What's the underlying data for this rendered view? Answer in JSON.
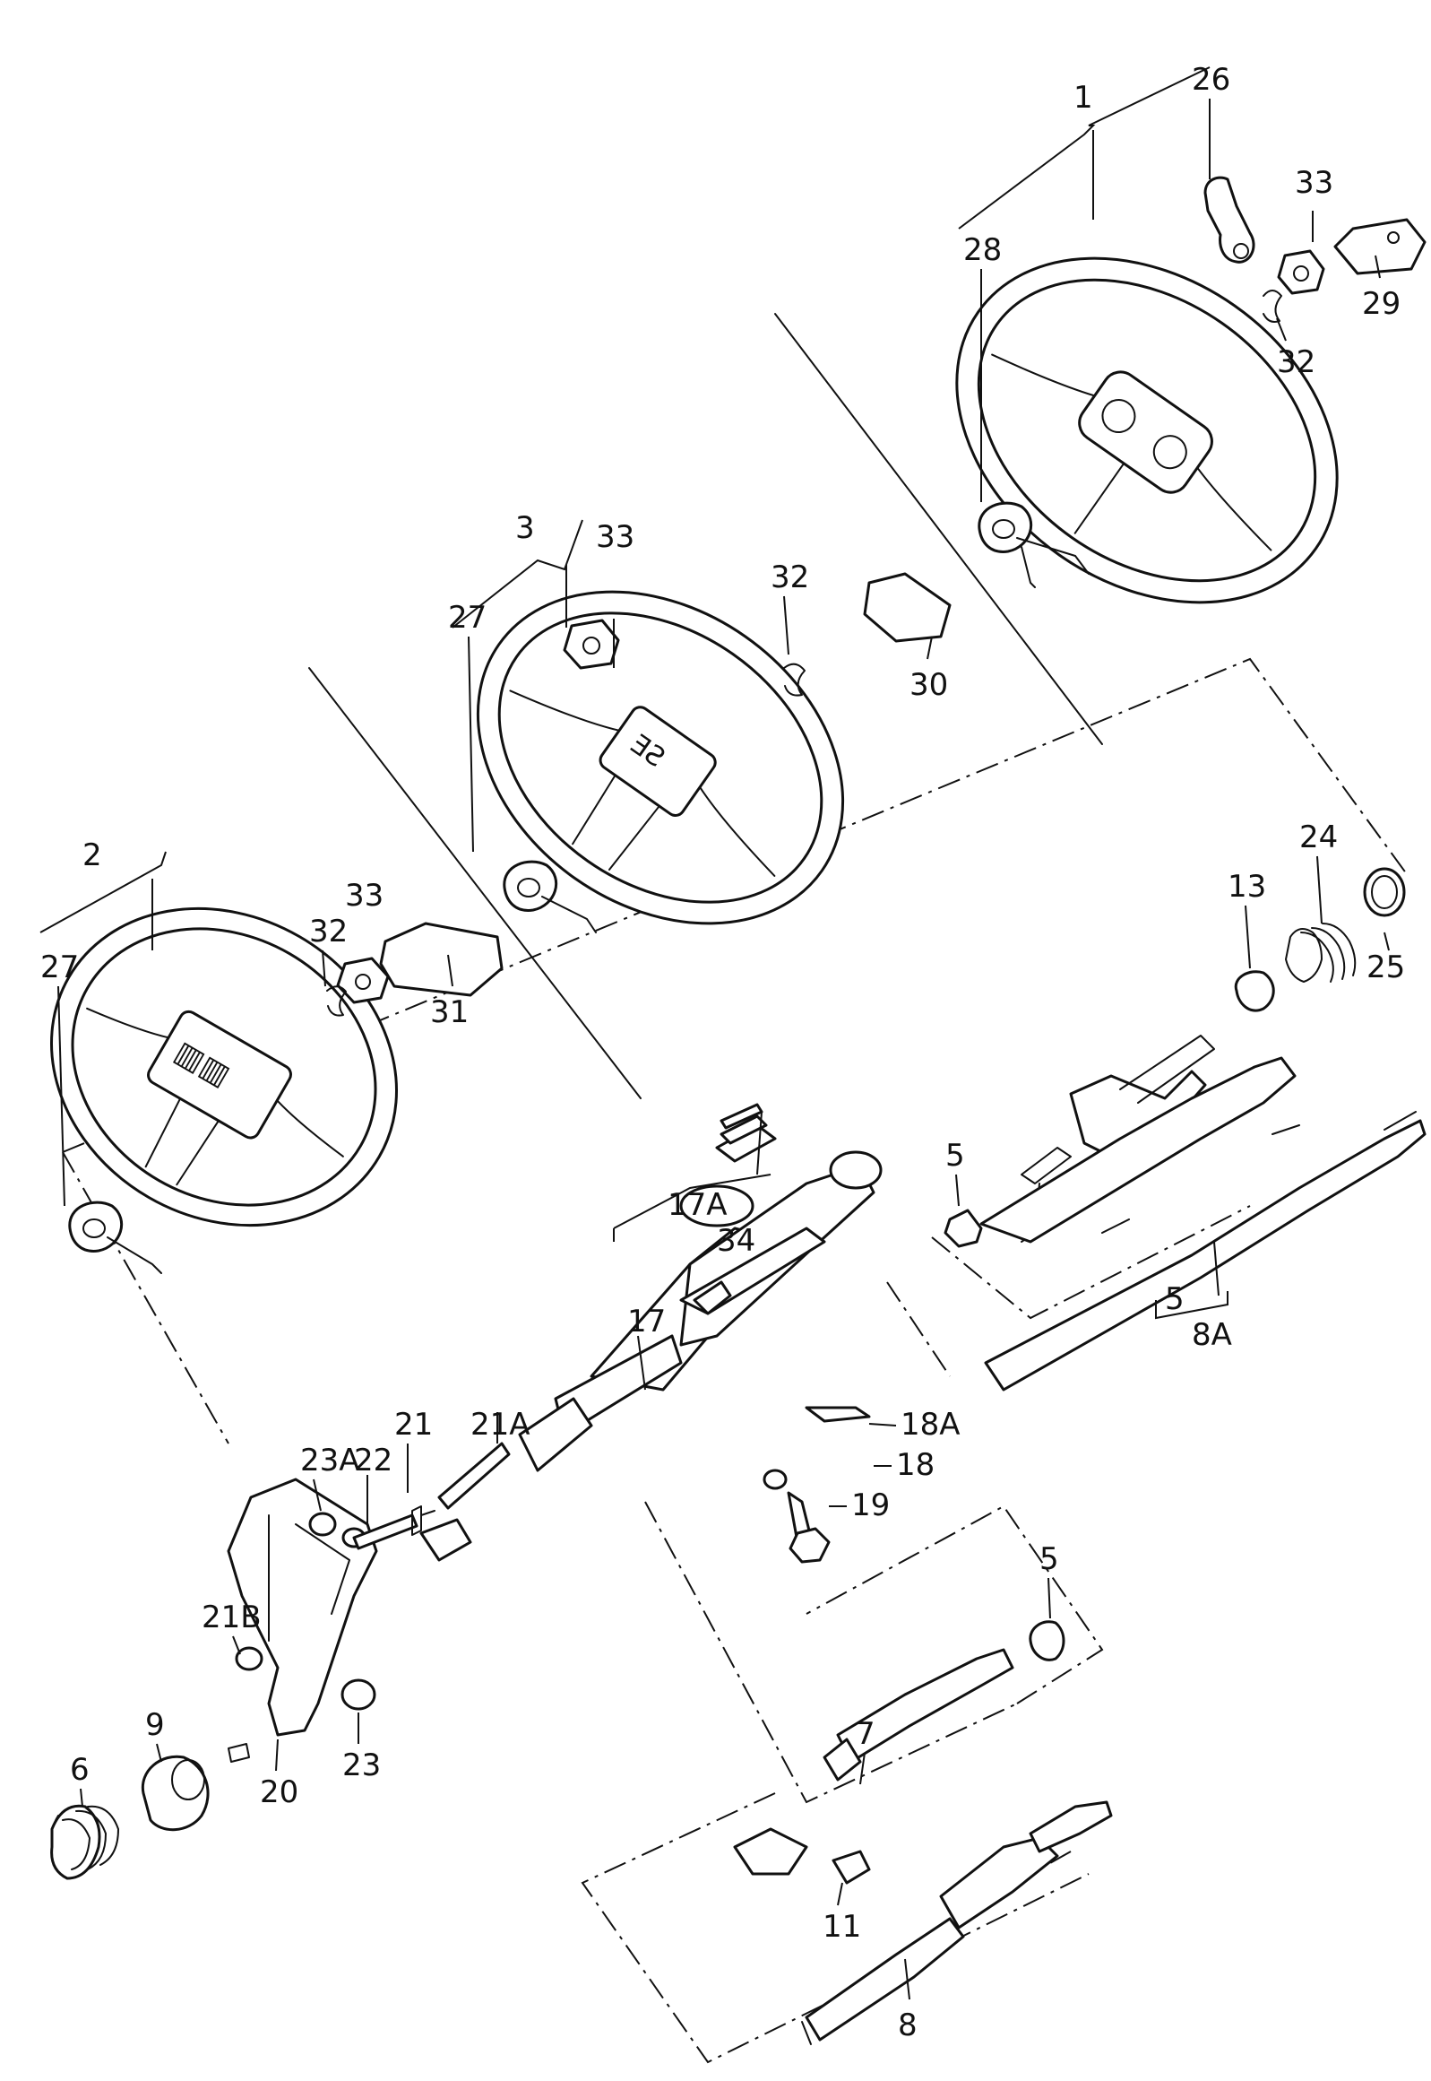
{
  "diagram": {
    "callouts": [
      {
        "id": "c1",
        "label": "1"
      },
      {
        "id": "c26",
        "label": "26"
      },
      {
        "id": "c33a",
        "label": "33"
      },
      {
        "id": "c28",
        "label": "28"
      },
      {
        "id": "c29",
        "label": "29"
      },
      {
        "id": "c32a",
        "label": "32"
      },
      {
        "id": "c3",
        "label": "3"
      },
      {
        "id": "c33b",
        "label": "33"
      },
      {
        "id": "c32b",
        "label": "32"
      },
      {
        "id": "c27a",
        "label": "27"
      },
      {
        "id": "c30",
        "label": "30"
      },
      {
        "id": "c2",
        "label": "2"
      },
      {
        "id": "c33c",
        "label": "33"
      },
      {
        "id": "c32c",
        "label": "32"
      },
      {
        "id": "c27b",
        "label": "27"
      },
      {
        "id": "c31",
        "label": "31"
      },
      {
        "id": "c24",
        "label": "24"
      },
      {
        "id": "c13",
        "label": "13"
      },
      {
        "id": "c25",
        "label": "25"
      },
      {
        "id": "c5a",
        "label": "5"
      },
      {
        "id": "c17A",
        "label": "17A"
      },
      {
        "id": "c34",
        "label": "34"
      },
      {
        "id": "c5b",
        "label": "5"
      },
      {
        "id": "c8A",
        "label": "8A"
      },
      {
        "id": "c17",
        "label": "17"
      },
      {
        "id": "c18A",
        "label": "18A"
      },
      {
        "id": "c21",
        "label": "21"
      },
      {
        "id": "c21A",
        "label": "21A"
      },
      {
        "id": "c22",
        "label": "22"
      },
      {
        "id": "c23A",
        "label": "23A"
      },
      {
        "id": "c18",
        "label": "18"
      },
      {
        "id": "c19",
        "label": "19"
      },
      {
        "id": "c21B",
        "label": "21B"
      },
      {
        "id": "c5c",
        "label": "5"
      },
      {
        "id": "c9",
        "label": "9"
      },
      {
        "id": "c23",
        "label": "23"
      },
      {
        "id": "c6",
        "label": "6"
      },
      {
        "id": "c20",
        "label": "20"
      },
      {
        "id": "c7",
        "label": "7"
      },
      {
        "id": "c11",
        "label": "11"
      },
      {
        "id": "c8",
        "label": "8"
      }
    ]
  }
}
